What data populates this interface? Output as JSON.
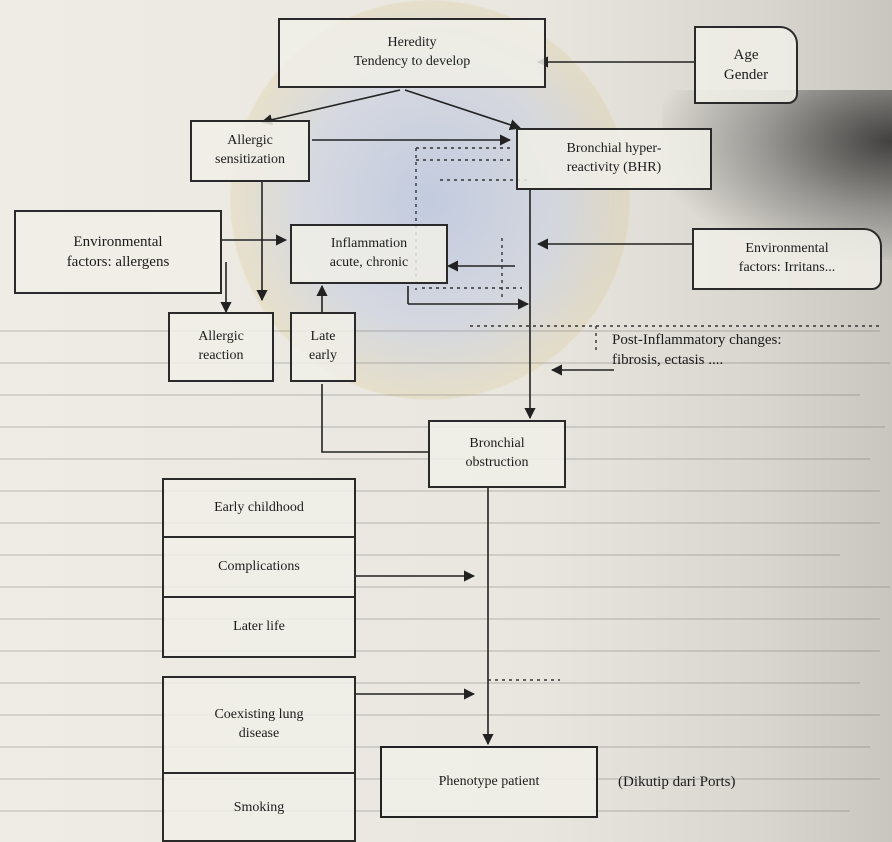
{
  "diagram": {
    "nodes": {
      "heredity": "Heredity\nTendency to develop",
      "age_gender": "Age\nGender",
      "allergic_sensitization": "Allergic\nsensitization",
      "bhr": "Bronchial hyper-\nreactivity (BHR)",
      "env_allergens": "Environmental\nfactors: allergens",
      "inflammation": "Inflammation\nacute, chronic",
      "env_irritants": "Environmental\nfactors: Irritans...",
      "allergic_reaction": "Allergic\nreaction",
      "late_early": "Late\nearly",
      "post_inflammatory": "Post-Inflammatory changes:\nfibrosis, ectasis ....",
      "bronchial_obstruction": "Bronchial\nobstruction",
      "phenotype_patient": "Phenotype patient"
    },
    "stack_top": [
      "Early childhood",
      "Complications",
      "Later life"
    ],
    "stack_bottom": [
      "Coexisting lung\ndisease",
      "Smoking"
    ],
    "citation": "(Dikutip dari Ports)"
  }
}
